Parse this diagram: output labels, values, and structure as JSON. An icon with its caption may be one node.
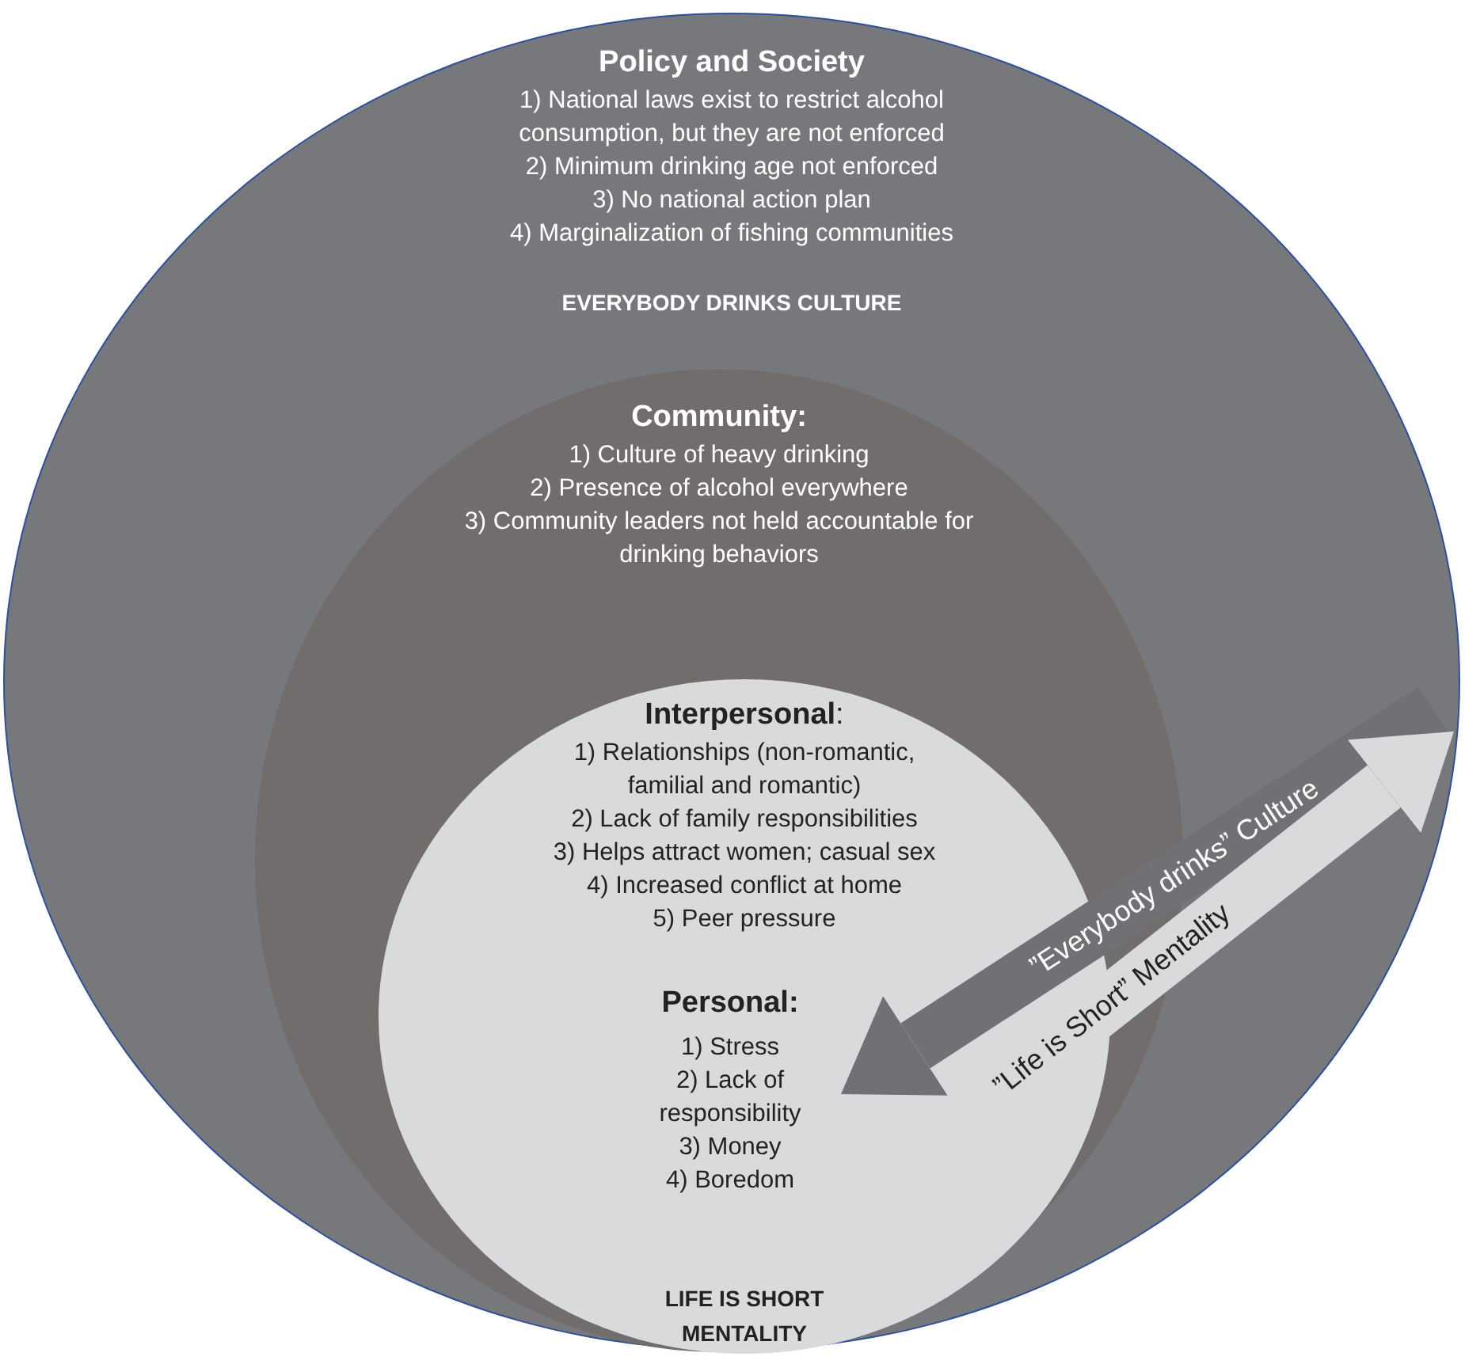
{
  "diagram": {
    "nodes": [
      {
        "text": [
          "Policy and Society",
          "1) National laws exist to restrict alcohol consumption, but they are not enforced",
          "2) Minimum drinking age not enforced",
          "3) No national action plan",
          "4) Marginalization of fishing communities",
          "EVERYBODY DRINKS CULTURE"
        ]
      },
      {
        "text": [
          "Community:",
          "1) Culture of heavy drinking",
          "2) Presence of alcohol everywhere",
          "3) Community leaders not held accountable for drinking behaviors"
        ],
        "in": 0
      },
      {
        "text": [
          "**Interpersonal**:",
          "1) Relationships (non-romantic, familial and romantic)",
          "2) Lack of family responsibilities",
          "3) Helps attract women; casual sex",
          "4) Increased conflict at home",
          "5) Peer pressure",
          "LIFE IS SHORT MENTALITY"
        ],
        "in": 1
      },
      {
        "text": [
          "Personal:",
          "1) Stress",
          "2) Lack of responsibility",
          "3) Money",
          "4) Boredom"
        ],
        "in": 2
      }
    ],
    "edges": [
      {
        "from": null,
        "to": 3,
        "arrow": "to",
        "label": "”Everybody drinks” Culture",
        "color": "#707174"
      },
      {
        "from": 3,
        "to": null,
        "arrow": "to",
        "label": "”Life is Short” Mentality",
        "color": "#d9dadc"
      }
    ]
  }
}
